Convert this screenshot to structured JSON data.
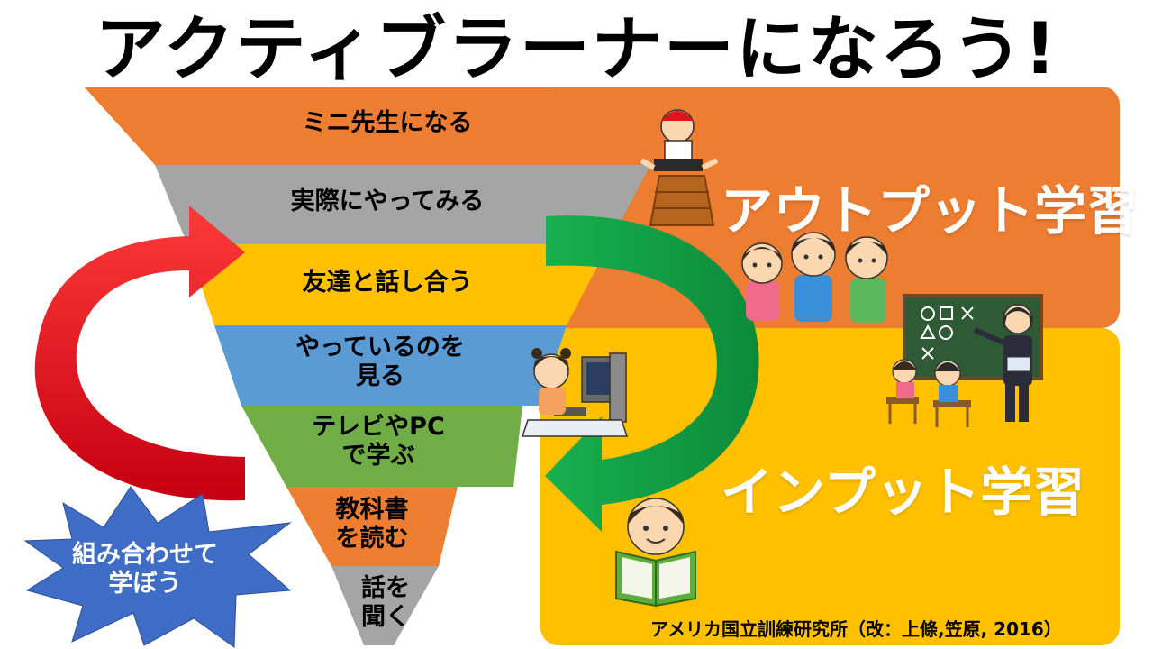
{
  "title": "アクティブラーナーになろう!",
  "output_label": "アウトプット学習",
  "input_label": "インプット学習",
  "layers": [
    "ミニ先生になる",
    "実際にやってみる",
    "友達と話し合う",
    "やっているのを\n見る",
    "テレビやPC\nで学ぶ",
    "教科書\nを読む",
    "話を\n聞く"
  ],
  "burst_text": "組み合わせて\n学ぼう",
  "credit": "アメリカ国立訓練研究所（改：上條,笠原, 2016）",
  "colors": {
    "output_box": "#ED7D31",
    "input_box": "#FFC000",
    "layer_orange": "#ED7D31",
    "layer_gray": "#A5A5A5",
    "layer_yellow": "#FFC000",
    "layer_blue": "#5B9BD5",
    "layer_green": "#70AD47",
    "red_arrow": "#E8101A",
    "green_arrow": "#10A046",
    "burst": "#3F6CC4"
  },
  "icons": [
    "student-on-vaulting-box-icon",
    "children-talking-icon",
    "teacher-at-blackboard-icon",
    "girl-at-computer-icon",
    "boy-reading-book-icon"
  ]
}
